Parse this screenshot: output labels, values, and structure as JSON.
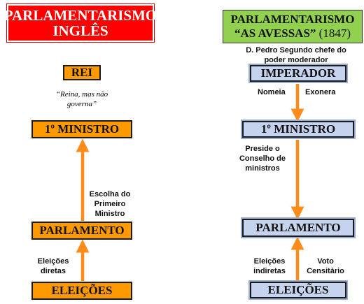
{
  "left": {
    "title_line1": "PARLAMENTARISMO",
    "title_line2": "INGLÊS",
    "rei": "REI",
    "rei_note_line1": "“Reina, mas não",
    "rei_note_line2": "governa”",
    "ministro": "1º MINISTRO",
    "parlamento": "PARLAMENTO",
    "eleicoes": "ELEIÇÕES",
    "escolha_line1": "Escolha do",
    "escolha_line2": "Primeiro",
    "escolha_line3": "Ministro",
    "eleicoes_note_line1": "Eleições",
    "eleicoes_note_line2": "diretas"
  },
  "right": {
    "title_line1": "PARLAMENTARISMO",
    "title_line2": "“AS AVESSAS”",
    "title_year": "(1847)",
    "pedro_line1": "D. Pedro Segundo chefe do",
    "pedro_line2": "poder moderador",
    "imperador": "IMPERADOR",
    "nomeia": "Nomeia",
    "exonera": "Exonera",
    "ministro": "1º MINISTRO",
    "preside_line1": "Preside o",
    "preside_line2": "Conselho de",
    "preside_line3": "ministros",
    "parlamento": "PARLAMENTO",
    "eleicoes": "ELEIÇÕES",
    "eleicoes_note_line1": "Eleições",
    "eleicoes_note_line2": "indiretas",
    "voto_line1": "Voto",
    "voto_line2": "Censitário"
  },
  "colors": {
    "title_left": "#ff0000",
    "title_right": "#92d050",
    "box_orange": "#ff9900",
    "box_blue": "#c6d3ee",
    "arrow": "#ff8c1a"
  }
}
